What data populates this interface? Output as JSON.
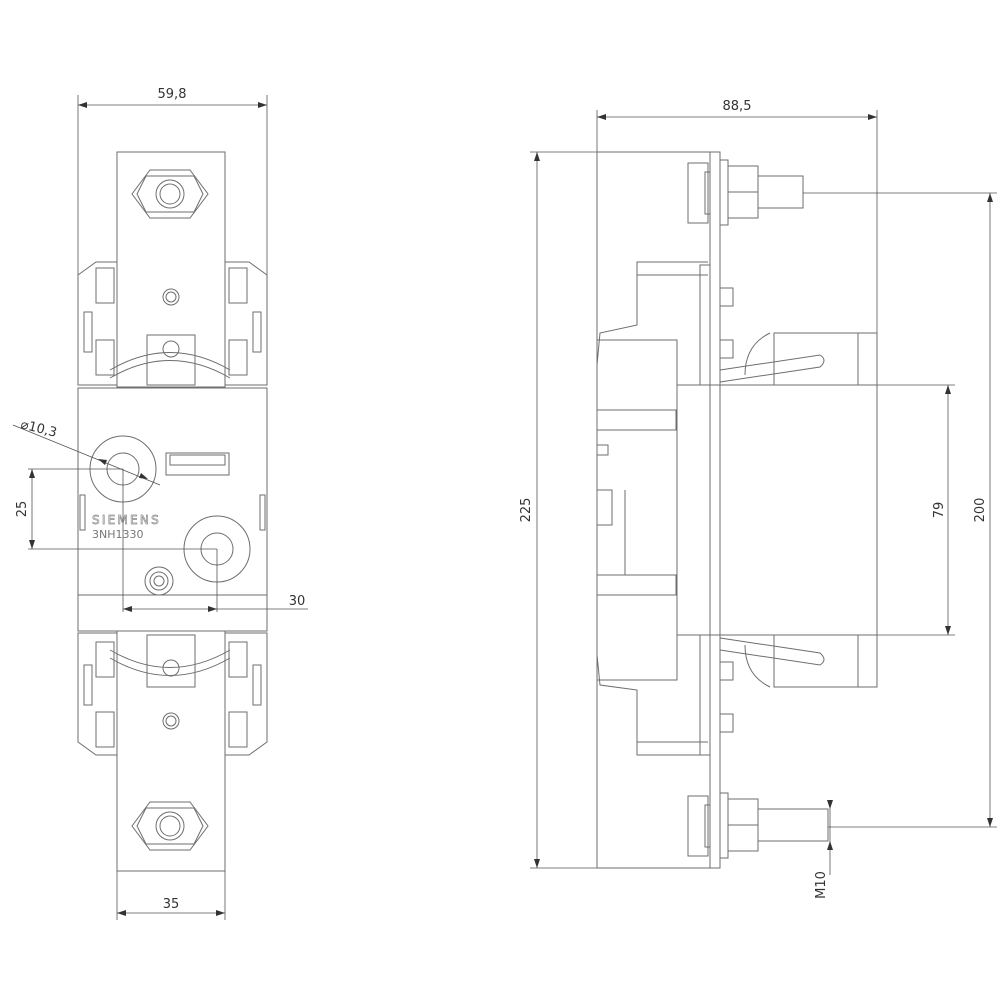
{
  "drawing": {
    "front_view": {
      "dim_width_total": "59,8",
      "dim_width_contact": "35",
      "dim_hole_diameter": "⌀10,3",
      "dim_hole_vertical": "25",
      "dim_hole_horizontal": "30",
      "brand": "SIEMENS",
      "model": "3NH1330"
    },
    "side_view": {
      "dim_depth": "88,5",
      "dim_height_total": "225",
      "dim_terminal_spacing": "200",
      "dim_fuse_height": "79",
      "dim_thread": "M10"
    }
  }
}
